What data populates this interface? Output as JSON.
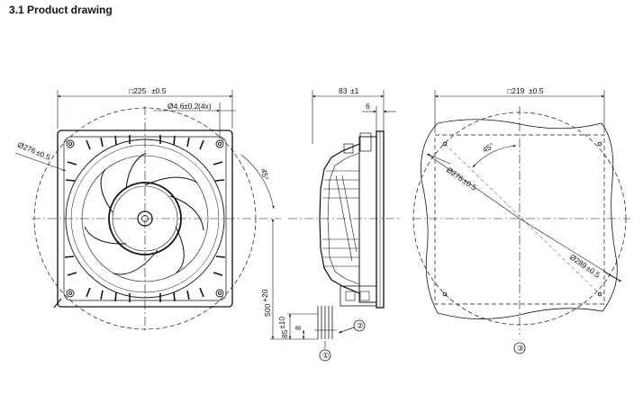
{
  "section_title": "3.1 Product drawing",
  "front_view": {
    "dim_width": "□225",
    "dim_width_tol": "±0.5",
    "dim_holes": "Ø4.6",
    "dim_holes_tol": "±0.2",
    "dim_holes_qty": "(4x)",
    "dim_circle": "Ø276",
    "dim_circle_tol": "±0.5",
    "angle": "45°"
  },
  "side_view": {
    "dim_depth": "83",
    "dim_depth_tol": "±1",
    "dim_flange": "6",
    "dim_cable": "500",
    "dim_cable_tol": "+20",
    "dim_strip": "85",
    "dim_strip_tol": "±10",
    "dim_wire_end": "8",
    "marker_1": "①",
    "marker_2": "②"
  },
  "cutout_view": {
    "dim_width": "□219",
    "dim_width_tol": "±0.5",
    "angle": "45°",
    "dim_circle": "Ø276",
    "dim_circle_tol": "±0.5",
    "dim_diag": "Ø289",
    "dim_diag_tol": "±0.5",
    "marker_3": "③"
  }
}
